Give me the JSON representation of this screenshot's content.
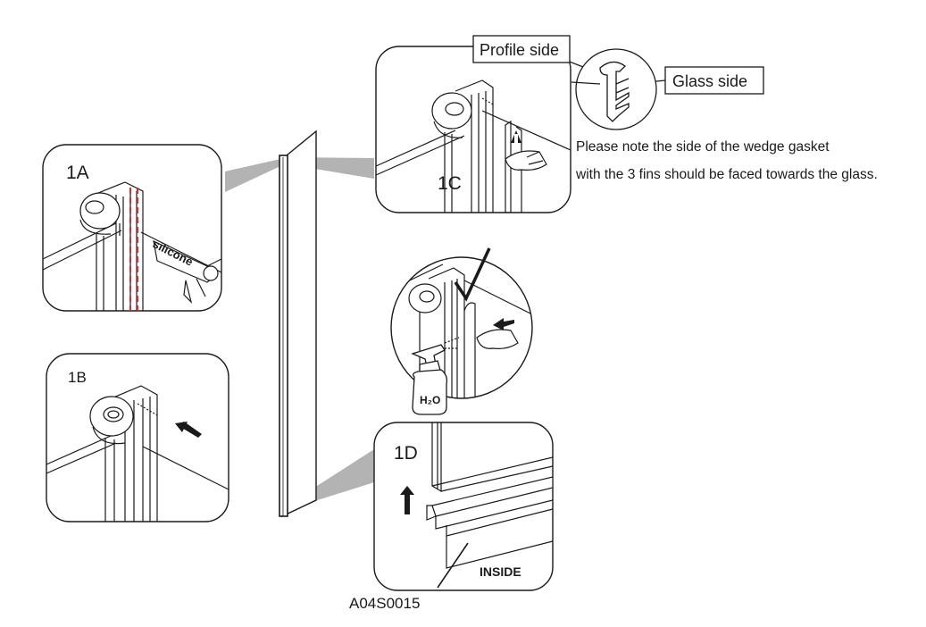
{
  "labels": {
    "panel_1a": "1A",
    "panel_1b": "1B",
    "panel_1c": "1C",
    "panel_1d": "1D",
    "silicone": "silicone",
    "profile_side": "Profile side",
    "glass_side": "Glass side",
    "inside": "INSIDE",
    "h2o": "H₂O",
    "part_code": "A04S0015"
  },
  "note": {
    "line1": "Please note the side of the wedge gasket",
    "line2": "with the 3 fins should be faced towards the glass."
  },
  "colors": {
    "line": "#1a1a1a",
    "highlight": "#e0282d",
    "callout_beam": "#b3b3b3"
  },
  "icons": {
    "arrow_up": "arrow-up-icon",
    "arrow_left": "arrow-left-icon",
    "checkmark": "checkmark-icon",
    "spray_bottle": "spray-bottle-icon",
    "hand": "hand-icon"
  }
}
